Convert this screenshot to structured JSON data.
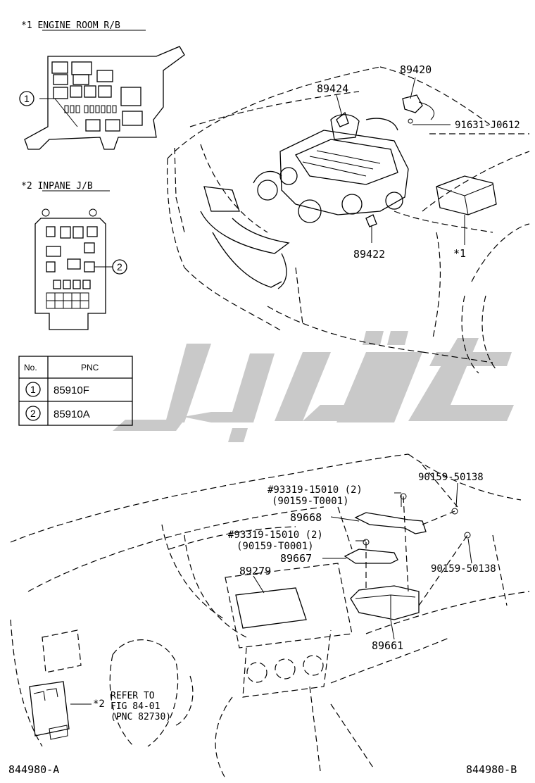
{
  "boxes": {
    "engine_room": "*1 ENGINE ROOM R/B",
    "inpane": "*2 INPANE J/B",
    "marker_1": "1",
    "marker_2": "2"
  },
  "pnc_table": {
    "col_no": "No.",
    "col_pnc": "PNC",
    "rows": [
      {
        "no": "1",
        "pnc": "85910F"
      },
      {
        "no": "2",
        "pnc": "85910A"
      }
    ]
  },
  "top_callouts": {
    "p89420": "89420",
    "p89424": "89424",
    "p91631": "91631-J0612",
    "p89422": "89422",
    "star1": "*1"
  },
  "bottom_callouts": {
    "bolt_a1": "#93319-15010 (2)",
    "bolt_a2": "(90159-T0001)",
    "p89668": "89668",
    "bolt_b1": "#93319-15010 (2)",
    "bolt_b2": "(90159-T0001)",
    "p89667": "89667",
    "p89279": "89279",
    "p90159_top": "90159-50138",
    "p90159_bot": "90159-50138",
    "p89661": "89661",
    "star2": "*2",
    "refer1": "REFER TO",
    "refer2": "FIG 84-01",
    "refer3": "(PNC 82730)"
  },
  "footer": {
    "left_code": "844980-A",
    "right_code": "844980-B"
  },
  "watermark": {
    "icon": "logo-watermark"
  }
}
